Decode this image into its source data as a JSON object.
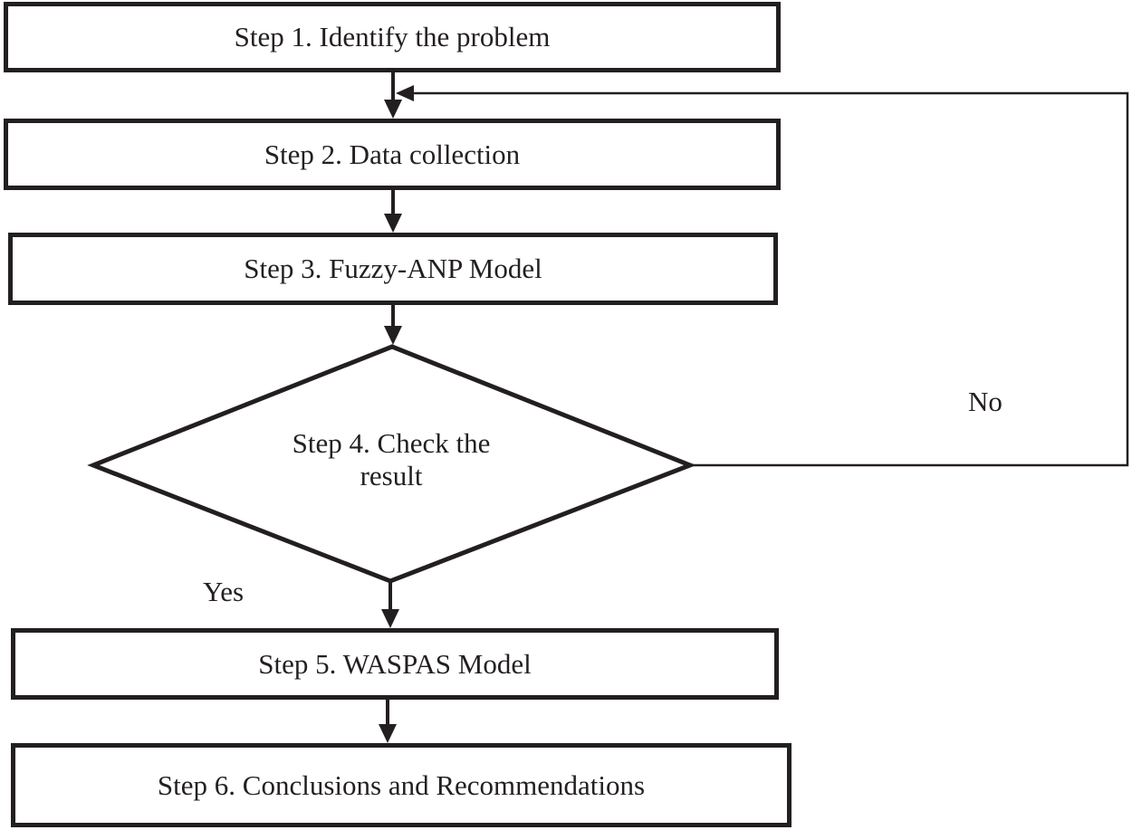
{
  "steps": {
    "step1": "Step 1. Identify the problem",
    "step2": "Step 2. Data collection",
    "step3": "Step 3. Fuzzy-ANP Model",
    "step4_line1": "Step 4. Check the",
    "step4_line2": "result",
    "step5": "Step 5. WASPAS Model",
    "step6": "Step 6. Conclusions and Recommendations"
  },
  "labels": {
    "no": "No",
    "yes": "Yes"
  },
  "colors": {
    "stroke": "#231f20",
    "background": "#ffffff"
  }
}
